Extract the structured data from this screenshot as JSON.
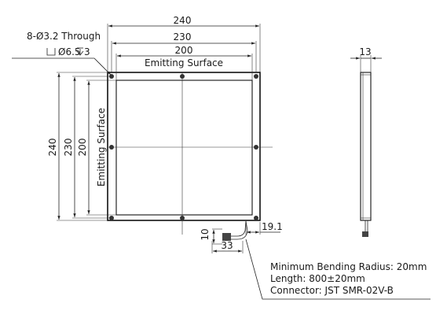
{
  "front_view": {
    "dim_outer_width": "240",
    "dim_hole_width": "230",
    "dim_surface_width": "200",
    "dim_outer_height": "240",
    "dim_hole_height": "230",
    "dim_surface_height": "200",
    "surface_label_top": "Emitting Surface",
    "surface_label_side": "Emitting Surface",
    "hole_callout_line1": "8-Ø3.2 Through",
    "hole_callout_line2": "Ø6.5",
    "hole_callout_depth": "3",
    "cable_dim_height": "10",
    "cable_dim_offset": "19.1",
    "cable_dim_length": "33"
  },
  "side_view": {
    "dim_thickness": "13"
  },
  "notes": [
    "Minimum Bending Radius: 20mm",
    "Length: 800±20mm",
    "Connector: JST SMR-02V-B"
  ]
}
